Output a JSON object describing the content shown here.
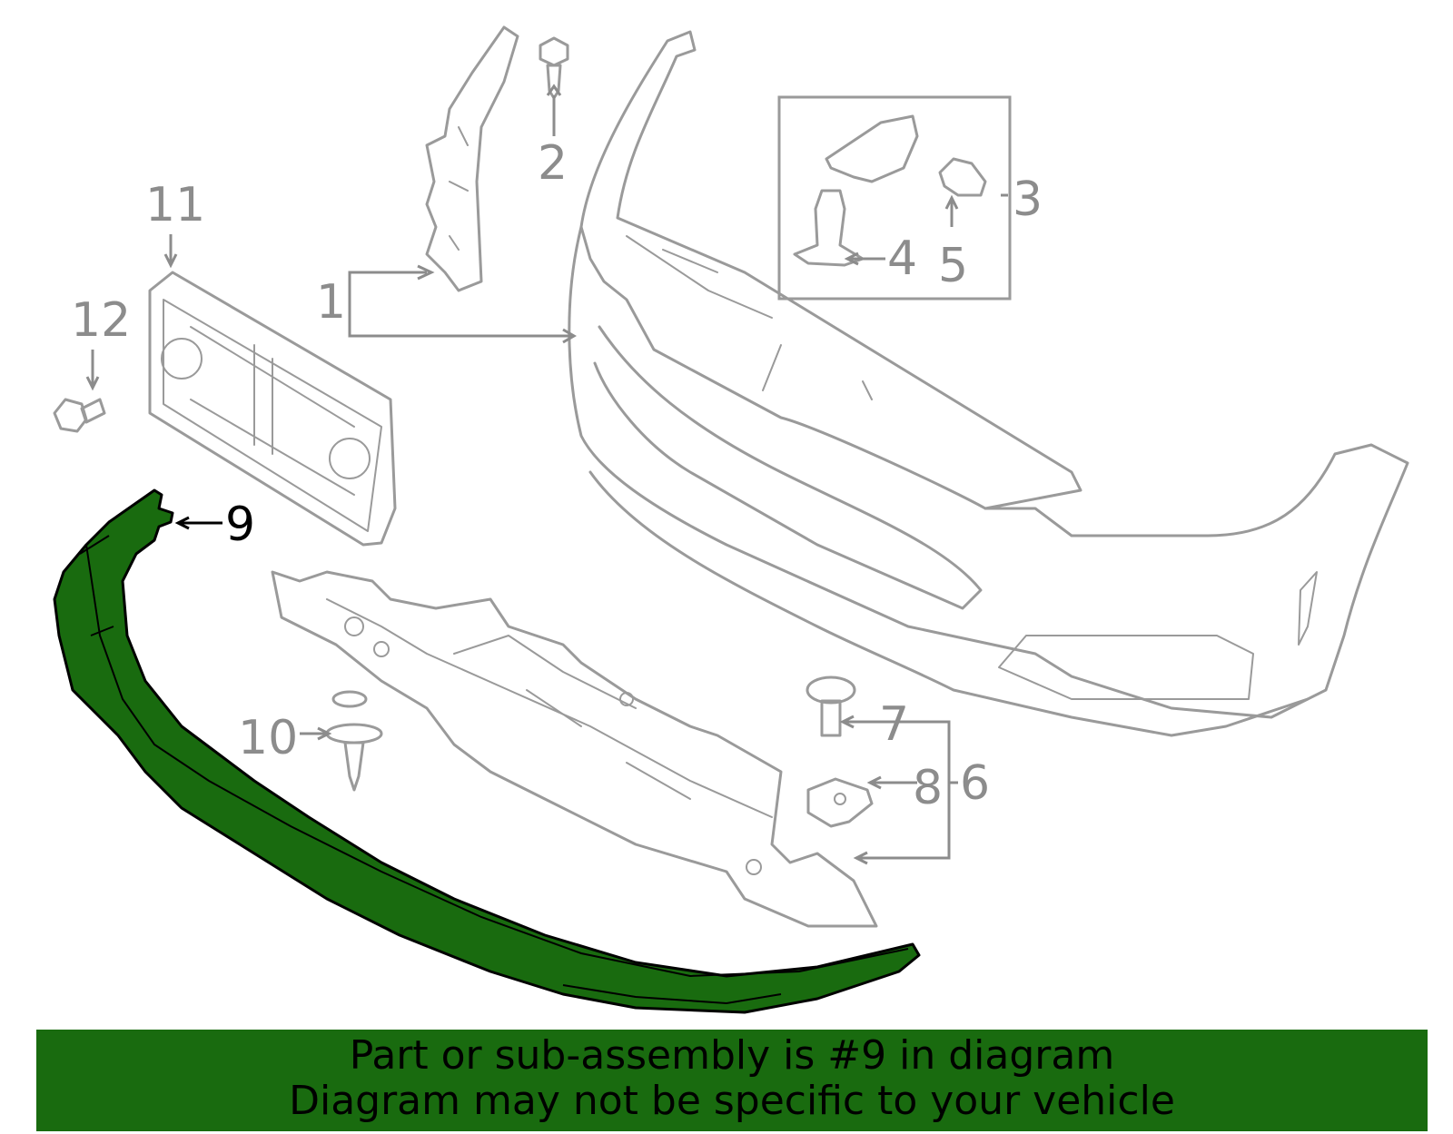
{
  "callouts": {
    "c1": "1",
    "c2": "2",
    "c3": "3",
    "c4": "4",
    "c5": "5",
    "c6": "6",
    "c7": "7",
    "c8": "8",
    "c9": "9",
    "c10": "10",
    "c11": "11",
    "c12": "12"
  },
  "highlight_color": "#196b0f",
  "banner": {
    "line1": "Part or sub-assembly is #9 in diagram",
    "line2": "Diagram may not be specific to your vehicle"
  }
}
